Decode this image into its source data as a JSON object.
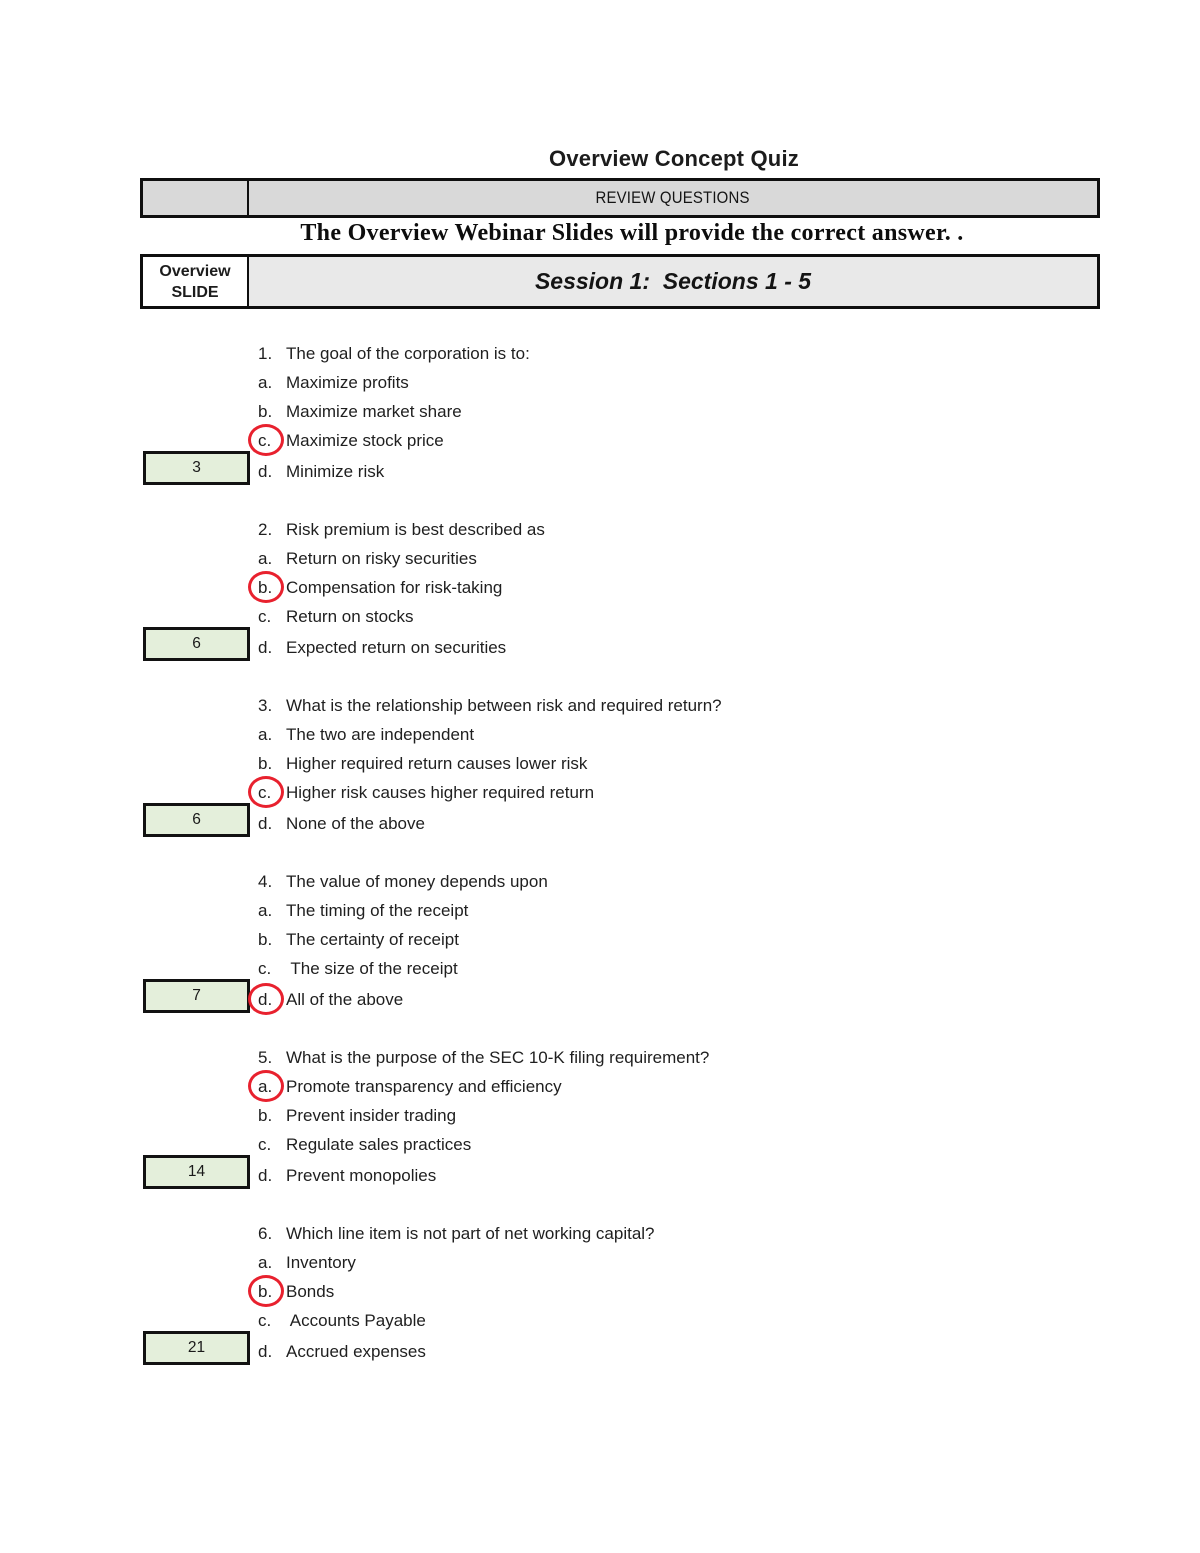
{
  "header": {
    "title": "Overview Concept Quiz",
    "review_label": "REVIEW QUESTIONS",
    "subtitle": "The Overview Webinar Slides will provide the correct answer. .",
    "slide_col_line1": "Overview",
    "slide_col_line2": "SLIDE",
    "session_label": "Session 1:  Sections 1 - 5"
  },
  "colors": {
    "review_bar_gray": "#d9d9d9",
    "session_bar_gray": "#e9e9e9",
    "slide_box_green": "#e4efdb",
    "answer_circle_red": "#e8212e",
    "border_black": "#0f0f0f"
  },
  "questions": [
    {
      "number": "1.",
      "text": "The goal of the corporation is to:",
      "slide": "3",
      "options": [
        {
          "letter": "a.",
          "text": "Maximize profits",
          "circled": false
        },
        {
          "letter": "b.",
          "text": "Maximize market share",
          "circled": false
        },
        {
          "letter": "c.",
          "text": "Maximize stock price",
          "circled": true
        },
        {
          "letter": "d.",
          "text": "Minimize risk",
          "circled": false
        }
      ]
    },
    {
      "number": "2.",
      "text": "Risk premium is best described as",
      "slide": "6",
      "options": [
        {
          "letter": "a.",
          "text": "Return on risky securities",
          "circled": false
        },
        {
          "letter": "b.",
          "text": "Compensation for risk-taking",
          "circled": true
        },
        {
          "letter": "c.",
          "text": "Return on stocks",
          "circled": false
        },
        {
          "letter": "d.",
          "text": "Expected return on securities",
          "circled": false
        }
      ]
    },
    {
      "number": "3.",
      "text": "What is the relationship between risk and required return?",
      "slide": "6",
      "options": [
        {
          "letter": "a.",
          "text": "The two are independent",
          "circled": false
        },
        {
          "letter": "b.",
          "text": "Higher required return causes lower risk",
          "circled": false
        },
        {
          "letter": "c.",
          "text": "Higher risk causes higher required return",
          "circled": true
        },
        {
          "letter": "d.",
          "text": "None of the above",
          "circled": false
        }
      ]
    },
    {
      "number": "4.",
      "text": "The value of money depends upon",
      "slide": "7",
      "options": [
        {
          "letter": "a.",
          "text": "The timing of the receipt",
          "circled": false
        },
        {
          "letter": "b.",
          "text": "The certainty of receipt",
          "circled": false
        },
        {
          "letter": "c.",
          "text": " The size of the receipt",
          "circled": false
        },
        {
          "letter": "d.",
          "text": "All of the above",
          "circled": true
        }
      ]
    },
    {
      "number": "5.",
      "text": "What is the purpose of the SEC 10-K filing requirement?",
      "slide": "14",
      "options": [
        {
          "letter": "a.",
          "text": "Promote transparency and efficiency",
          "circled": true
        },
        {
          "letter": "b.",
          "text": "Prevent insider trading",
          "circled": false
        },
        {
          "letter": "c.",
          "text": "Regulate sales practices",
          "circled": false
        },
        {
          "letter": "d.",
          "text": "Prevent monopolies",
          "circled": false
        }
      ]
    },
    {
      "number": "6.",
      "text": "Which line item is not part of net working capital?",
      "slide": "21",
      "options": [
        {
          "letter": "a.",
          "text": "Inventory",
          "circled": false
        },
        {
          "letter": "b.",
          "text": "Bonds",
          "circled": true
        },
        {
          "letter": "c.",
          "text": " Accounts Payable",
          "circled": false
        },
        {
          "letter": "d.",
          "text": "Accrued expenses",
          "circled": false
        }
      ]
    }
  ]
}
